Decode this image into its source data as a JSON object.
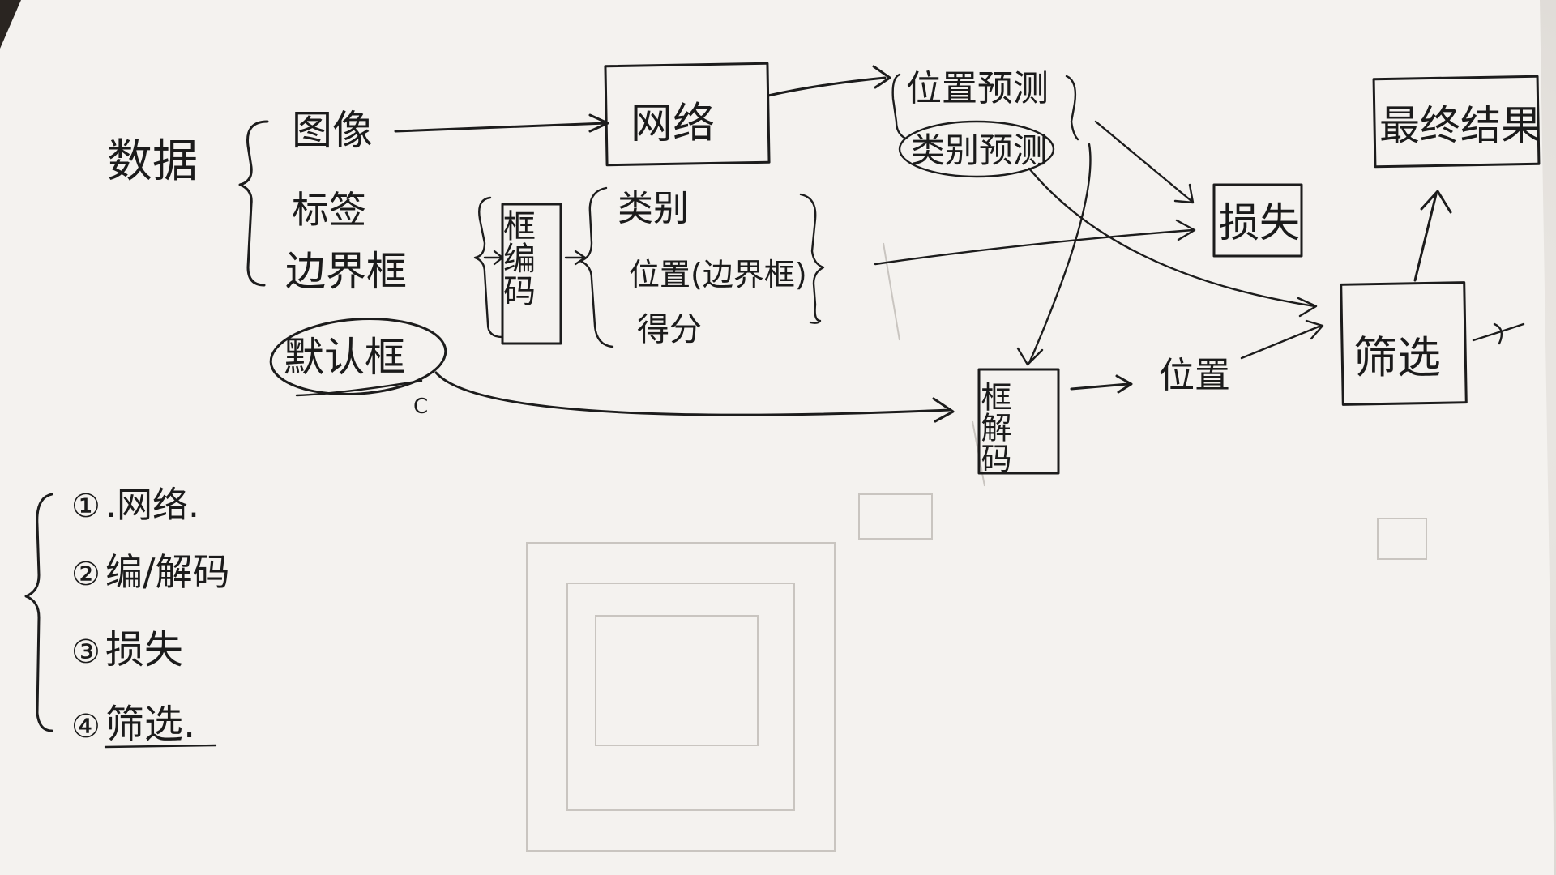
{
  "diagram": {
    "data_group": {
      "label": "数据",
      "items": [
        "图像",
        "标签",
        "边界框"
      ]
    },
    "default_box": "默认框",
    "c_mark": "C",
    "network": "网络",
    "box_encode": "框编码",
    "encode_outputs": [
      "类别",
      "位置(边界框)",
      "得分"
    ],
    "predictions": [
      "位置预测",
      "类别预测"
    ],
    "loss": "损失",
    "box_decode": "框解码",
    "position": "位置",
    "filter": "筛选",
    "final_result": "最终结果"
  },
  "steps": [
    {
      "num": "①",
      "text": ".网络."
    },
    {
      "num": "②",
      "text": "编/解码"
    },
    {
      "num": "③",
      "text": "损失"
    },
    {
      "num": "④",
      "text": "筛选."
    }
  ]
}
